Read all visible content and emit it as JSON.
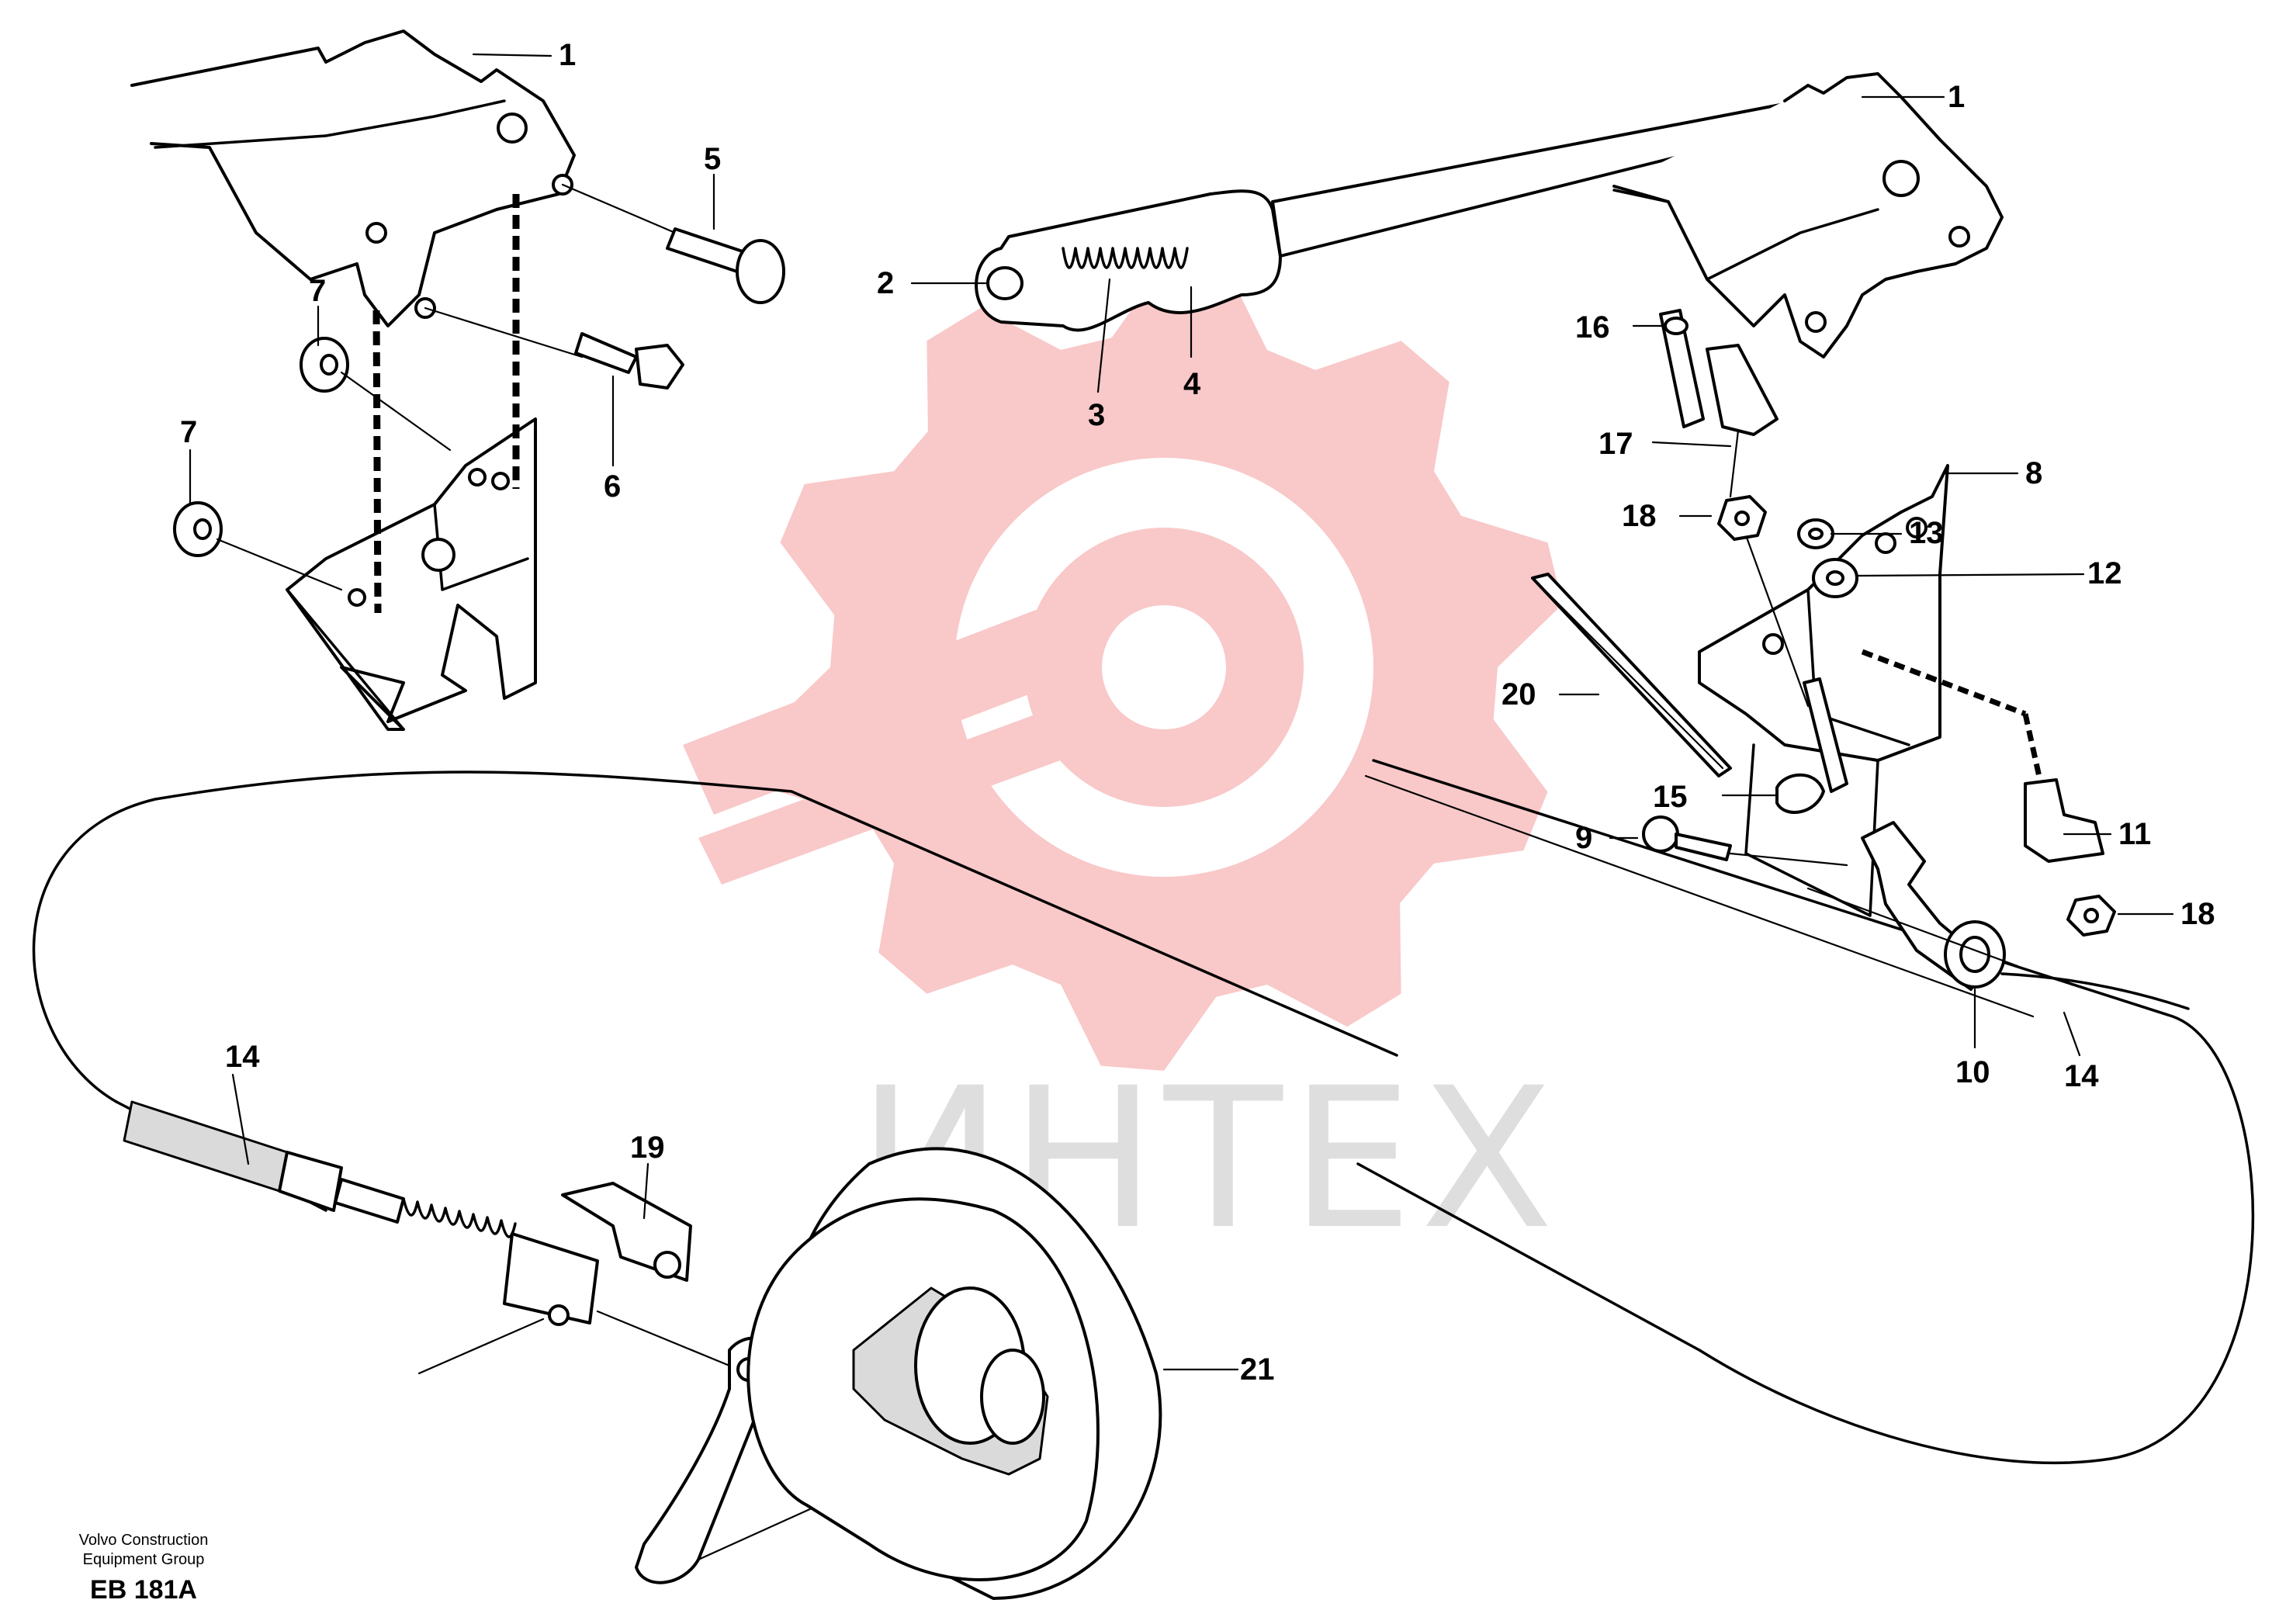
{
  "watermark": {
    "text": "ИНТЕХ",
    "gear_color": "#f9c8c8",
    "text_color": "#dedede"
  },
  "callouts": [
    {
      "id": "c1a",
      "text": "1"
    },
    {
      "id": "c1b",
      "text": "1"
    },
    {
      "id": "c2",
      "text": "2"
    },
    {
      "id": "c3",
      "text": "3"
    },
    {
      "id": "c4",
      "text": "4"
    },
    {
      "id": "c5",
      "text": "5"
    },
    {
      "id": "c6",
      "text": "6"
    },
    {
      "id": "c7a",
      "text": "7"
    },
    {
      "id": "c7b",
      "text": "7"
    },
    {
      "id": "c8",
      "text": "8"
    },
    {
      "id": "c9",
      "text": "9"
    },
    {
      "id": "c10",
      "text": "10"
    },
    {
      "id": "c11",
      "text": "11"
    },
    {
      "id": "c12",
      "text": "12"
    },
    {
      "id": "c13",
      "text": "13"
    },
    {
      "id": "c14a",
      "text": "14"
    },
    {
      "id": "c14b",
      "text": "14"
    },
    {
      "id": "c15",
      "text": "15"
    },
    {
      "id": "c16",
      "text": "16"
    },
    {
      "id": "c17",
      "text": "17"
    },
    {
      "id": "c18a",
      "text": "18"
    },
    {
      "id": "c18b",
      "text": "18"
    },
    {
      "id": "c19",
      "text": "19"
    },
    {
      "id": "c20",
      "text": "20"
    },
    {
      "id": "c21",
      "text": "21"
    }
  ],
  "footer": {
    "company_line1": "Volvo Construction",
    "company_line2": "Equipment Group",
    "drawing_code": "EB 181A"
  }
}
